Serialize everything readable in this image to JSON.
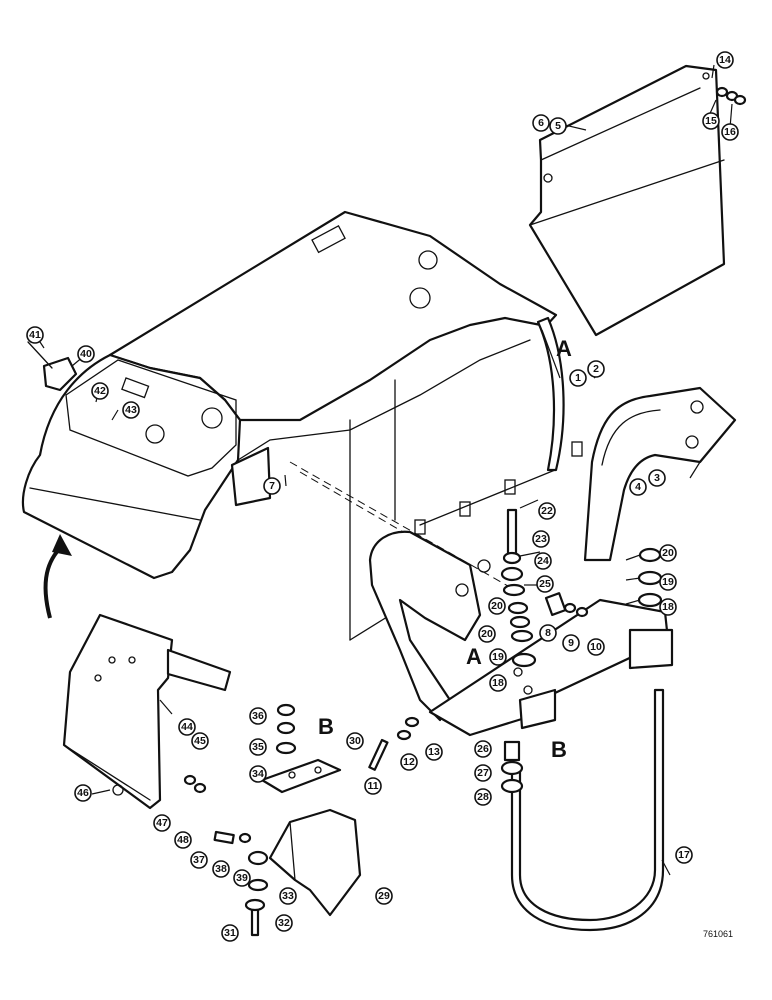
{
  "diagram": {
    "reference_code": "761061",
    "section_letters": [
      "A",
      "A",
      "B",
      "B"
    ],
    "callouts": [
      "1",
      "2",
      "3",
      "4",
      "5",
      "6",
      "7",
      "8",
      "9",
      "10",
      "11",
      "12",
      "13",
      "14",
      "15",
      "16",
      "17",
      "18",
      "18",
      "19",
      "19",
      "20",
      "20",
      "20",
      "22",
      "23",
      "24",
      "25",
      "26",
      "27",
      "28",
      "29",
      "30",
      "31",
      "32",
      "33",
      "34",
      "35",
      "36",
      "37",
      "38",
      "39",
      "40",
      "41",
      "42",
      "43",
      "44",
      "45",
      "46",
      "47",
      "48"
    ]
  }
}
